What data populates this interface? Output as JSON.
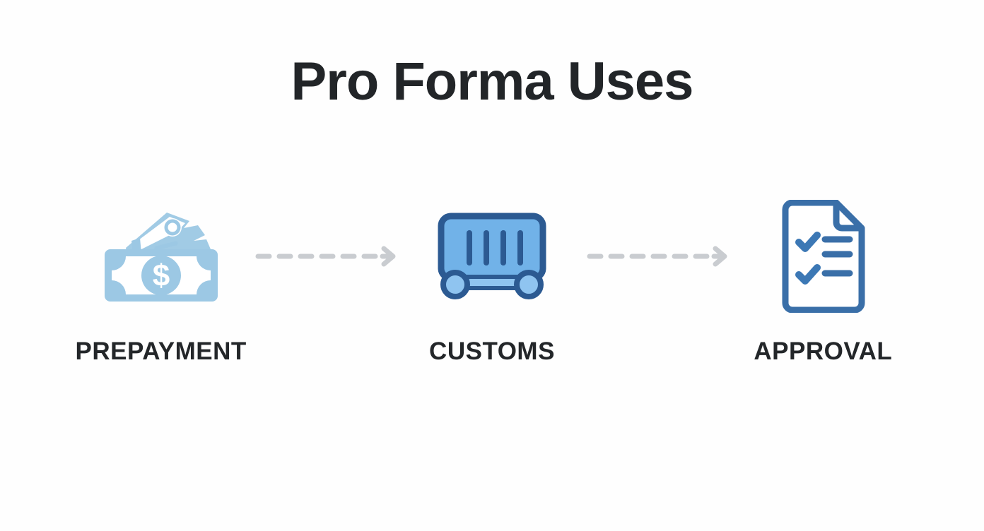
{
  "page": {
    "background_color": "#fefefe",
    "title": "Pro Forma Uses"
  },
  "colors": {
    "title_text": "#222528",
    "label_text": "#232629",
    "money_blue": "#9cc8e4",
    "money_fill_white": "#ffffff",
    "customs_outline": "#2c5a92",
    "customs_fill": "#71b2e8",
    "approval_outline": "#3a6fa8",
    "approval_check": "#3c78b5",
    "arrow_gray": "#c9ccd0"
  },
  "flow": {
    "steps": [
      {
        "id": "prepayment",
        "label": "PREPAYMENT",
        "icon": "money-banknotes-icon",
        "icon_description": "stack of banknotes with dollar sign"
      },
      {
        "id": "customs",
        "label": "CUSTOMS",
        "icon": "customs-barrier-icon",
        "icon_description": "customs gate barrier with vertical bars"
      },
      {
        "id": "approval",
        "label": "APPROVAL",
        "icon": "approval-checklist-document-icon",
        "icon_description": "document with folded corner, two check marks and three lines"
      }
    ],
    "connectors": [
      {
        "id": "connector-1",
        "icon": "dashed-arrow-right-icon",
        "dash_count": 7
      },
      {
        "id": "connector-2",
        "icon": "dashed-arrow-right-icon",
        "dash_count": 7
      }
    ]
  }
}
